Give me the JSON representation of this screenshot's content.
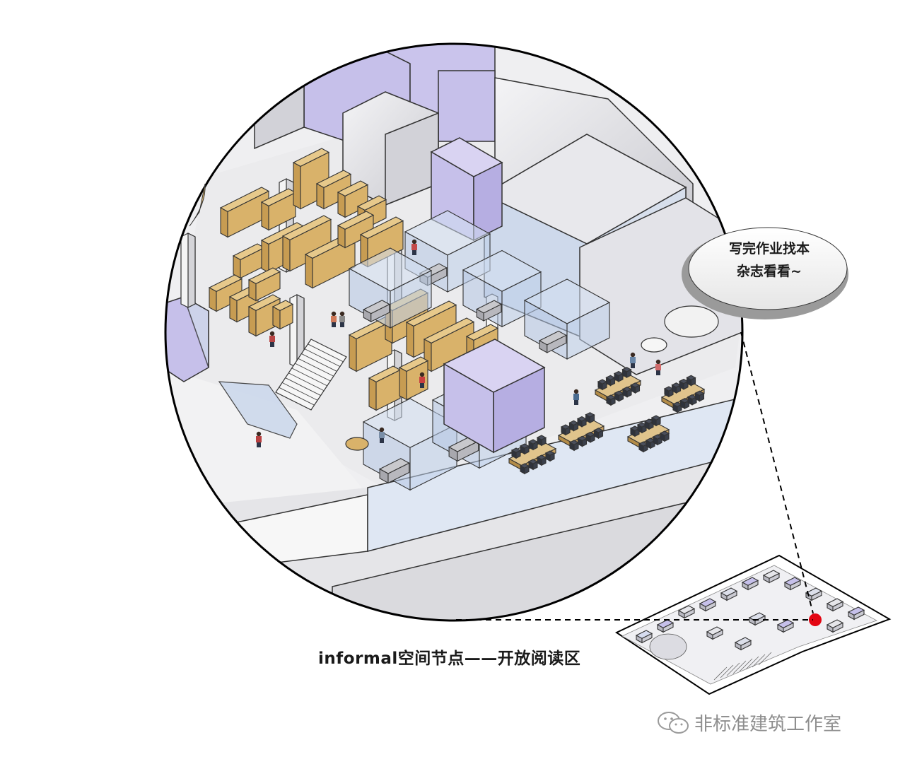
{
  "caption": "informal空间节点——开放阅读区",
  "speech_bubble": {
    "line1": "写完作业找本",
    "line2": "杂志看看~"
  },
  "watermark": {
    "text": "非标准建筑工作室",
    "icon": "wechat-icon"
  },
  "colors": {
    "wall": "#dcdce0",
    "floor": "#ededed",
    "purple_block": "#c6c0ea",
    "glass": "#c9d7ea",
    "shelf": "#d9b26a",
    "marker": "#e30613"
  }
}
